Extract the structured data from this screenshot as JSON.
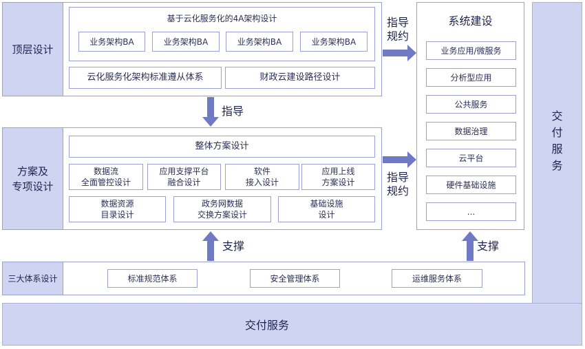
{
  "colors": {
    "fill": "#cfd4f2",
    "border": "#9aa0cf",
    "arrow": "#6f79c4",
    "text": "#2b2f55"
  },
  "top": {
    "label": "顶层设计",
    "arch_title": "基于云化服务化的4A架构设计",
    "ba_boxes": [
      "业务架构BA",
      "业务架构BA",
      "业务架构BA",
      "业务架构BA"
    ],
    "std_box": "云化服务化架构标准遵从体系",
    "path_box": "财政云建设路径设计"
  },
  "middle": {
    "label": "方案及\n专项设计",
    "overall": "整体方案设计",
    "row1": [
      "数据流\n全面管控设计",
      "应用支撑平台\n融合设计",
      "软件\n接入设计",
      "应用上线\n方案设计"
    ],
    "row2": [
      "数据资源\n目录设计",
      "政务网数据\n交换方案设计",
      "基础设施\n设计"
    ]
  },
  "bottom": {
    "label": "三大体系设计",
    "items": [
      "标准规范体系",
      "安全管理体系",
      "运维服务体系"
    ]
  },
  "system": {
    "title": "系统建设",
    "items": [
      "业务应用/微服务",
      "分析型应用",
      "公共服务",
      "数据治理",
      "云平台",
      "硬件基础设施",
      "..."
    ]
  },
  "arrows": {
    "guide_plan_1": "指导\n规约",
    "guide": "指导",
    "guide_plan_2": "指导\n规约",
    "support_left": "支撑",
    "support_right": "支撑"
  },
  "delivery": {
    "right": "交\n付\n服\n务",
    "bottom": "交付服务"
  }
}
